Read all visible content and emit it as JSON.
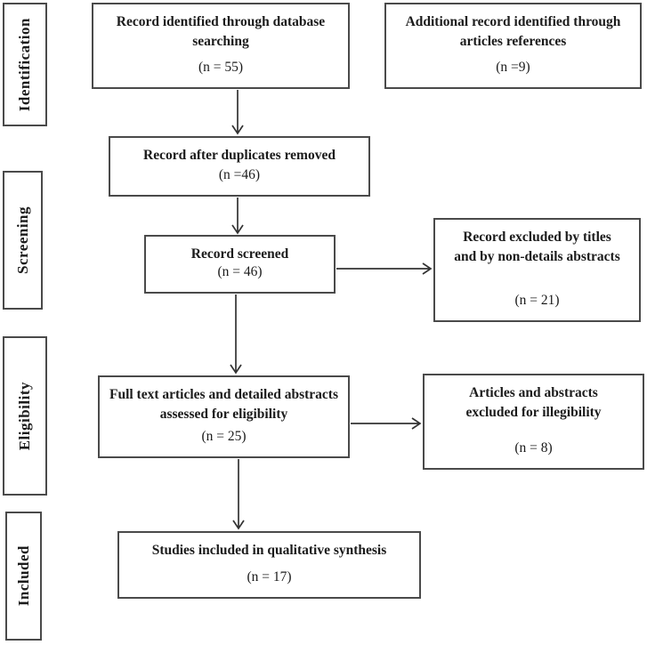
{
  "diagram": {
    "stages": [
      {
        "label": "Identification"
      },
      {
        "label": "Screening"
      },
      {
        "label": "Eligibility"
      },
      {
        "label": "Included"
      }
    ],
    "boxes": {
      "identified": {
        "title": "Record identified through database searching",
        "count": "(n = 55)"
      },
      "additional": {
        "title": "Additional record identified through articles references",
        "count": "(n =9)"
      },
      "duplicates": {
        "title": "Record after duplicates removed",
        "count": "(n =46)"
      },
      "screened": {
        "title": "Record screened",
        "count": "(n = 46)"
      },
      "excluded_titles": {
        "title": "Record excluded by titles and by non-details abstracts",
        "count": "(n = 21)"
      },
      "fulltext": {
        "title": "Full text articles and detailed abstracts assessed for eligibility",
        "count": "(n = 25)"
      },
      "excluded_illegibility": {
        "title": "Articles and abstracts excluded for illegibility",
        "count": "(n = 8)"
      },
      "included_synthesis": {
        "title": "Studies included in qualitative synthesis",
        "count": "(n = 17)"
      }
    },
    "colors": {
      "border": "#4a4a4a",
      "text": "#1b1b1b",
      "background": "#ffffff"
    }
  }
}
